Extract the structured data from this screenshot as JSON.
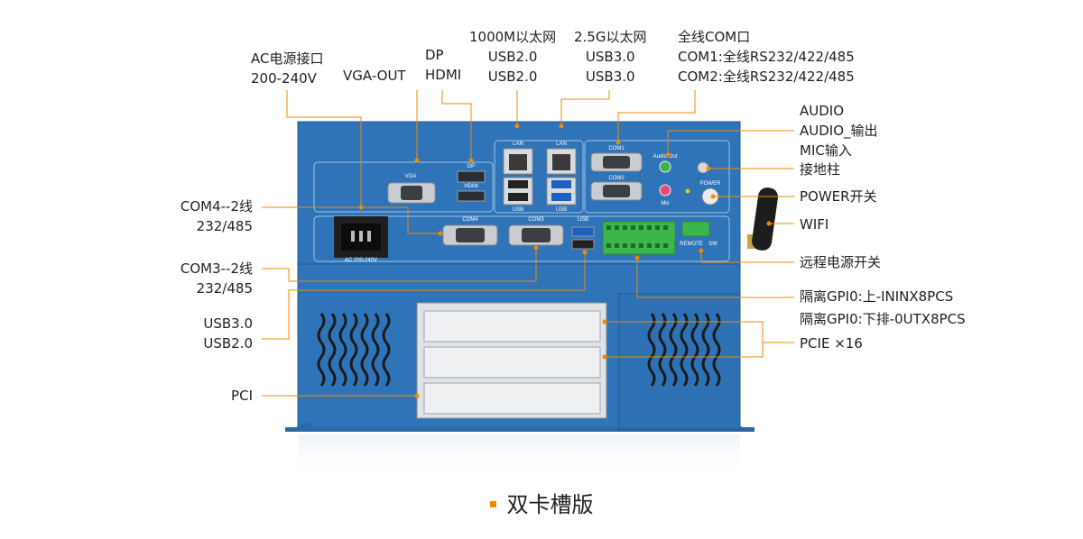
{
  "labels": {
    "ac": [
      "AC电源接口",
      "200-240V"
    ],
    "vga": [
      "VGA-OUT"
    ],
    "dp": [
      "DP",
      "HDMI"
    ],
    "lan1": [
      "1000M以太网",
      "USB2.0",
      "USB2.0"
    ],
    "lan2": [
      "2.5G以太网",
      "USB3.0",
      "USB3.0"
    ],
    "com": [
      "全线COM口",
      "COM1:全线RS232/422/485",
      "COM2:全线RS232/422/485"
    ],
    "audio": [
      "AUDIO",
      "AUDIO_输出",
      "MIC输入"
    ],
    "ground": "接地柱",
    "power": "POWER开关",
    "wifi": "WIFI",
    "remote": "远程电源开关",
    "gpio1": "隔离GPI0:上-ININX8PCS",
    "gpio2": "隔离GPI0:下排-0UTX8PCS",
    "pcie": "PCIE ×16",
    "com4": [
      "COM4--2线",
      "232/485"
    ],
    "com3": [
      "COM3--2线",
      "232/485"
    ],
    "usb": [
      "USB3.0",
      "USB2.0"
    ],
    "pci": "PCI"
  },
  "panel_text": {
    "vga": "VGA",
    "dp": "DP",
    "hdmi": "HDMI",
    "lan": "LAN",
    "usb": "USB",
    "com1": "COM1",
    "com2": "COM2",
    "com3": "COM3",
    "com4": "COM4",
    "audio_out": "Audio Out",
    "mic": "Mic",
    "power": "POWER",
    "remote": "REMOTE",
    "sw": "SW",
    "ac": "AC 200-240V"
  },
  "caption": "双卡槽版",
  "colors": {
    "chassis": "#2f74b8",
    "chassis_dark": "#245f9a",
    "leader": "#f08a00",
    "terminal": "#3cb64a"
  }
}
